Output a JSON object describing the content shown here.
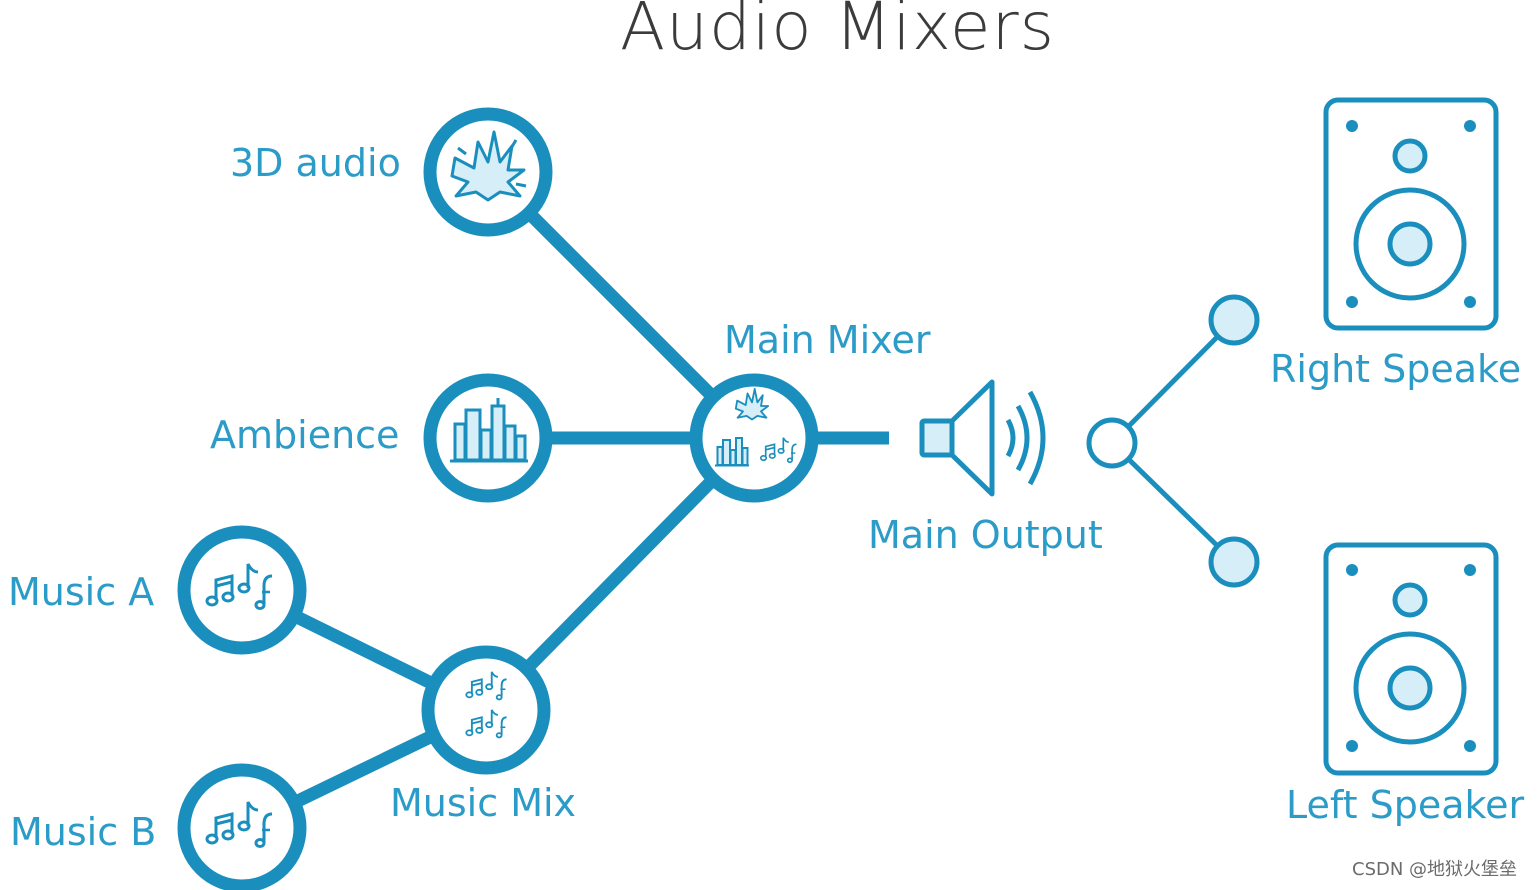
{
  "title": "Audio Mixers",
  "nodes": {
    "audio_3d": "3D audio",
    "ambience": "Ambience",
    "music_a": "Music A",
    "music_b": "Music B",
    "music_mix": "Music Mix",
    "main_mixer": "Main Mixer",
    "main_output": "Main Output",
    "right_speaker": "Right Speake",
    "left_speaker": "Left Speaker"
  },
  "watermark": "CSDN @地狱火堡垒",
  "colors": {
    "accent": "#1a8fbd",
    "fill_light": "#d6eef8",
    "title": "#3b3b3b"
  },
  "icons": {
    "audio_3d": "explosion-icon",
    "ambience": "city-skyline-icon",
    "music": "music-notes-icon",
    "output": "speaker-volume-icon",
    "speaker": "loudspeaker-cabinet-icon"
  }
}
